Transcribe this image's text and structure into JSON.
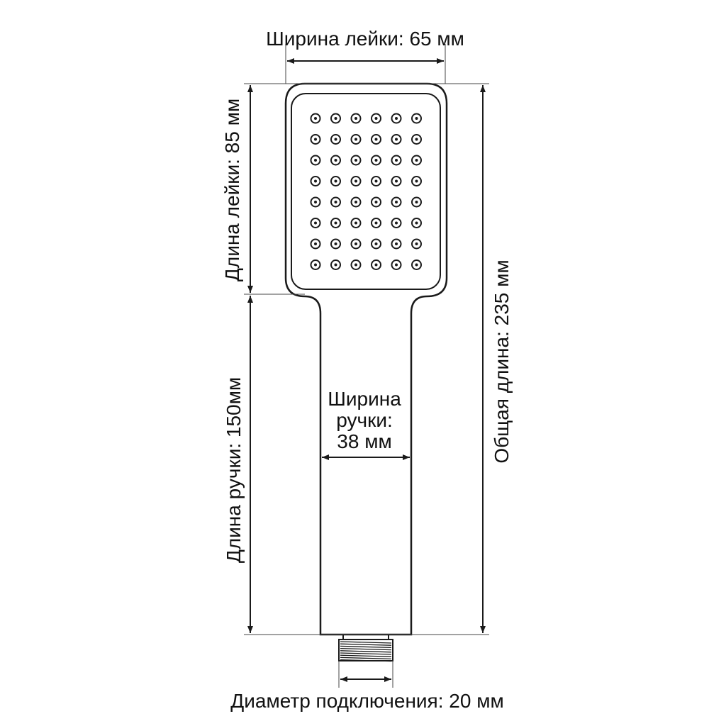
{
  "labels": {
    "head_width": "Ширина лейки: 65 мм",
    "head_length": "Длина лейки: 85 мм",
    "handle_length": "Длина ручки: 150мм",
    "total_length": "Общая длина: 235 мм",
    "handle_width_line1": "Ширина",
    "handle_width_line2": "ручки:",
    "handle_width_line3": "38 мм",
    "connection_diameter": "Диаметр подключения: 20 мм"
  },
  "nozzles": {
    "rows": 8,
    "cols": 6
  }
}
